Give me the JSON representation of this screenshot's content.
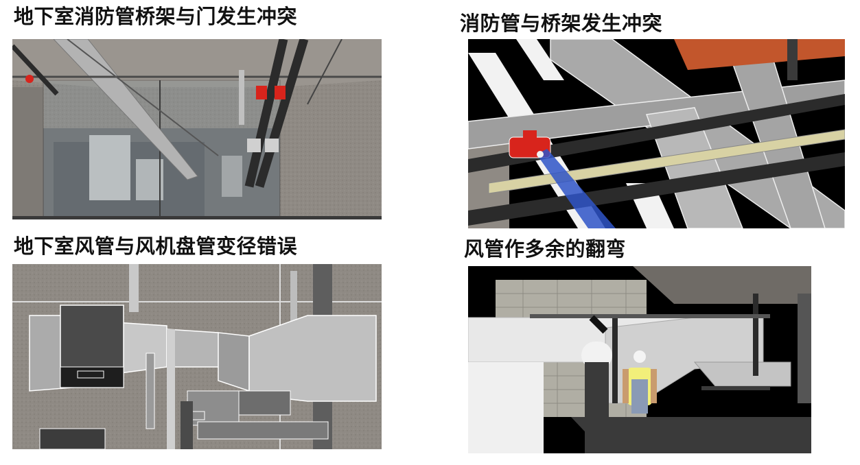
{
  "panels": [
    {
      "title": "地下室消防管桥架与门发生冲突",
      "scene": "basement-sprinkler-tray-door-clash"
    },
    {
      "title": "消防管与桥架发生冲突",
      "scene": "sprinkler-pipe-cable-tray-clash"
    },
    {
      "title": "地下室风管与风机盘管变径错误",
      "scene": "duct-fan-coil-reducer-error"
    },
    {
      "title": "风管作多余的翻弯",
      "scene": "duct-unnecessary-offset-bend"
    }
  ],
  "colors": {
    "concrete": "#8f8a84",
    "pipe_black": "#2b2b2b",
    "valve_red": "#d8241c",
    "duct_white": "#e8e8e8",
    "tray_grey": "#a9a9a9",
    "pipe_beige": "#d8d2a4",
    "pipe_orange": "#c2562c",
    "beam_blue": "#2f55c8"
  }
}
